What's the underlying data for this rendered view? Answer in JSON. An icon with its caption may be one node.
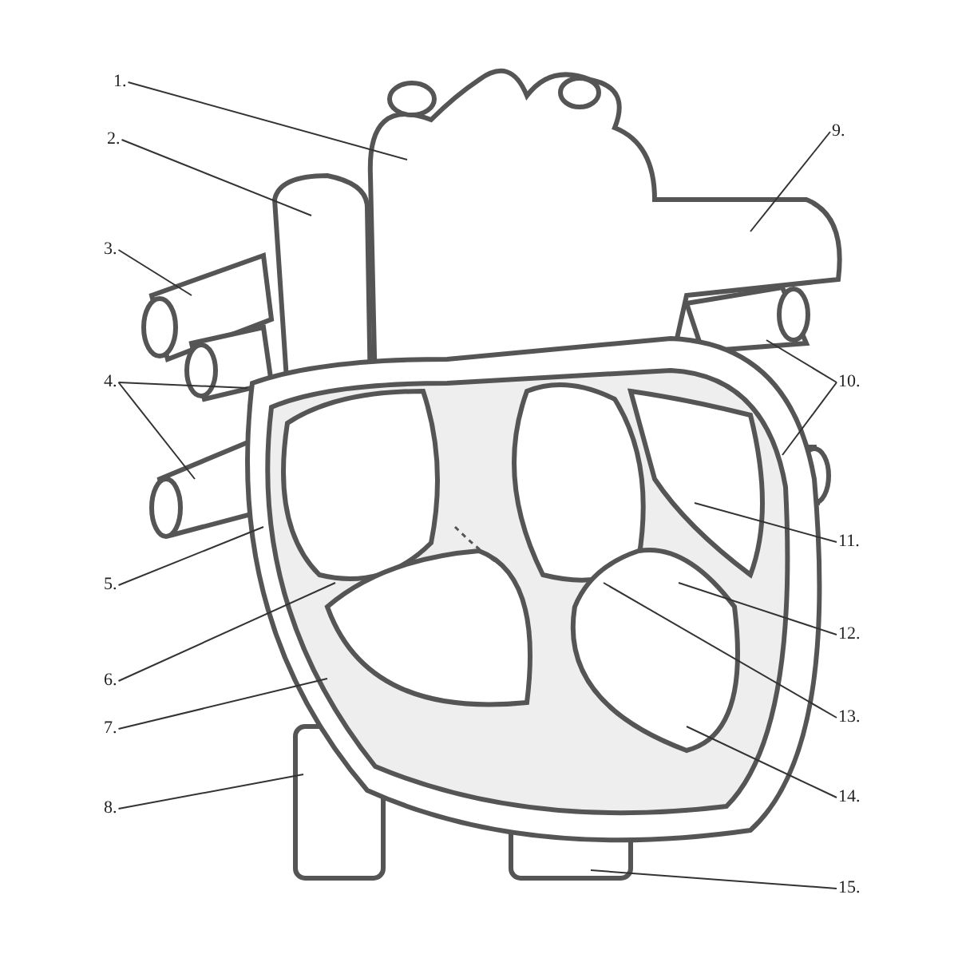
{
  "diagram": {
    "nodes": [
      {
        "text": [
          "1."
        ]
      },
      {
        "text": [
          "2."
        ]
      },
      {
        "text": [
          "3."
        ]
      },
      {
        "text": [
          "4."
        ]
      },
      {
        "text": [
          "5."
        ]
      },
      {
        "text": [
          "6."
        ]
      },
      {
        "text": [
          "7."
        ]
      },
      {
        "text": [
          "8."
        ]
      },
      {
        "text": [
          "9."
        ]
      },
      {
        "text": [
          "10."
        ]
      },
      {
        "text": [
          "11."
        ]
      },
      {
        "text": [
          "12."
        ]
      },
      {
        "text": [
          "13."
        ]
      },
      {
        "text": [
          "14."
        ]
      },
      {
        "text": [
          "15."
        ]
      }
    ],
    "edges": [
      {
        "from": 0,
        "to": null,
        "arrow": "none"
      },
      {
        "from": 1,
        "to": null,
        "arrow": "none"
      },
      {
        "from": 2,
        "to": null,
        "arrow": "none"
      },
      {
        "from": 3,
        "to": null,
        "arrow": "none"
      },
      {
        "from": 3,
        "to": null,
        "arrow": "none"
      },
      {
        "from": 4,
        "to": null,
        "arrow": "none"
      },
      {
        "from": 5,
        "to": null,
        "arrow": "none"
      },
      {
        "from": 6,
        "to": null,
        "arrow": "none"
      },
      {
        "from": 7,
        "to": null,
        "arrow": "none"
      },
      {
        "from": 8,
        "to": null,
        "arrow": "none"
      },
      {
        "from": 9,
        "to": null,
        "arrow": "none"
      },
      {
        "from": 9,
        "to": null,
        "arrow": "none"
      },
      {
        "from": 10,
        "to": null,
        "arrow": "none"
      },
      {
        "from": 11,
        "to": null,
        "arrow": "none"
      },
      {
        "from": 12,
        "to": null,
        "arrow": "none"
      },
      {
        "from": 13,
        "to": null,
        "arrow": "none"
      },
      {
        "from": 14,
        "to": null,
        "arrow": "none"
      }
    ]
  }
}
